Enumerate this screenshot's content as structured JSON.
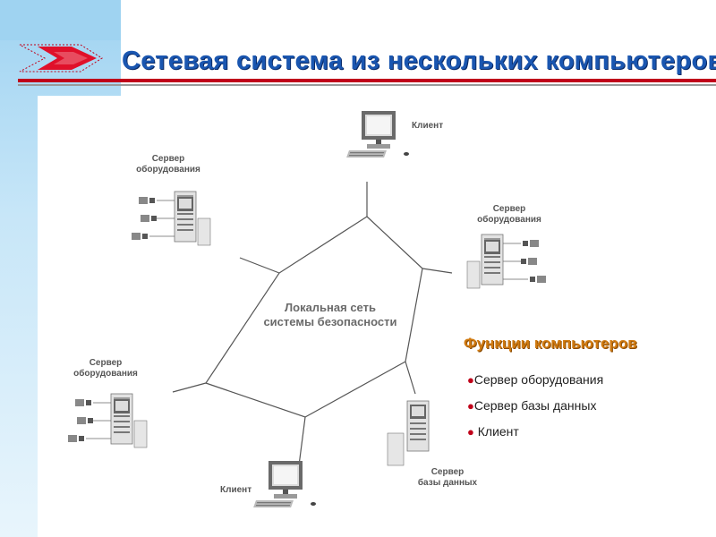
{
  "title": "Сетевая система из нескольких компьютеров",
  "network_label": "Локальная сеть\nсистемы безопасности",
  "network_label_lines": [
    "Локальная сеть",
    "системы безопасности"
  ],
  "nodes": {
    "client_top": "Клиент",
    "server_left_top": [
      "Сервер",
      "оборудования"
    ],
    "server_right": [
      "Сервер",
      "оборудования"
    ],
    "server_left_bottom": [
      "Сервер",
      "оборудования"
    ],
    "client_bottom": "Клиент",
    "db_server": [
      "Сервер",
      "базы данных"
    ]
  },
  "functions": {
    "title": "Функции компьютеров",
    "items": [
      "Сервер оборудования",
      "Сервер базы данных",
      " Клиент"
    ],
    "bullet": "●"
  },
  "colors": {
    "title_blue": "#1a56b0",
    "accent_red": "#c0001a",
    "functions_orange": "#d07a10",
    "sidebar_blue": "#9fd3f1"
  },
  "icons": [
    "arrow-logo-icon",
    "computer-monitor-icon",
    "server-tower-icon",
    "peripheral-device-icon"
  ]
}
